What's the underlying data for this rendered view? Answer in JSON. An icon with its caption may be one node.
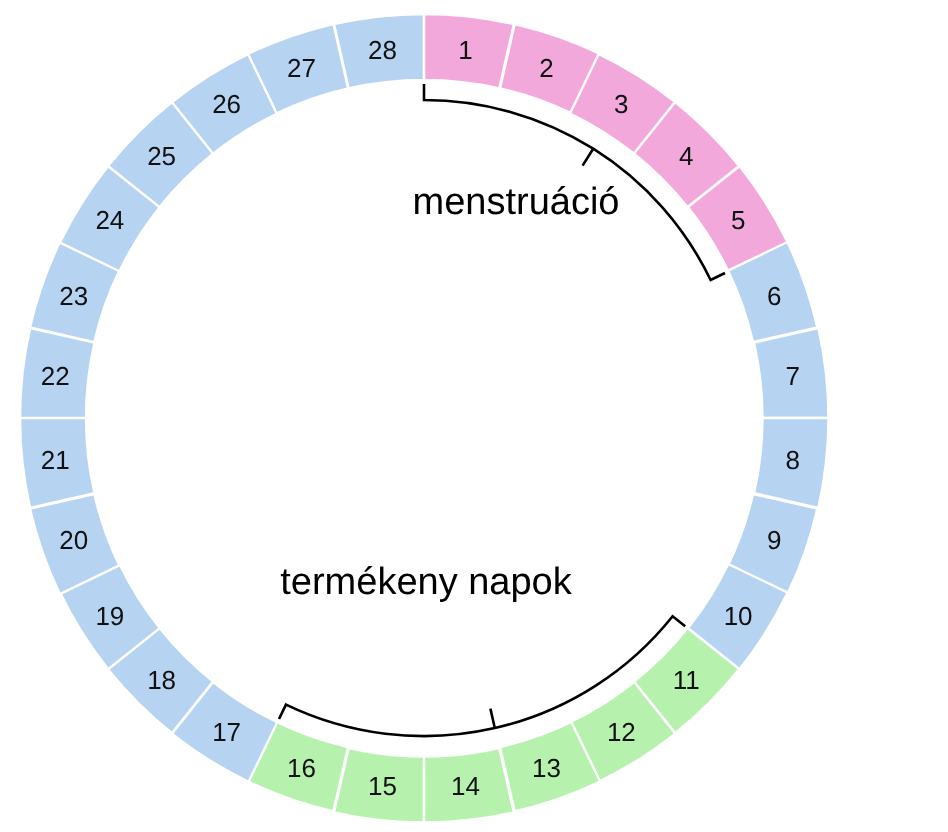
{
  "diagram": {
    "nodes": [
      {
        "text": [
          "1"
        ]
      },
      {
        "text": [
          "2"
        ]
      },
      {
        "text": [
          "3"
        ]
      },
      {
        "text": [
          "4"
        ]
      },
      {
        "text": [
          "5"
        ]
      },
      {
        "text": [
          "6"
        ]
      },
      {
        "text": [
          "7"
        ]
      },
      {
        "text": [
          "8"
        ]
      },
      {
        "text": [
          "9"
        ]
      },
      {
        "text": [
          "10"
        ]
      },
      {
        "text": [
          "11"
        ]
      },
      {
        "text": [
          "12"
        ]
      },
      {
        "text": [
          "13"
        ]
      },
      {
        "text": [
          "14"
        ]
      },
      {
        "text": [
          "15"
        ]
      },
      {
        "text": [
          "16"
        ]
      },
      {
        "text": [
          "17"
        ]
      },
      {
        "text": [
          "18"
        ]
      },
      {
        "text": [
          "19"
        ]
      },
      {
        "text": [
          "20"
        ]
      },
      {
        "text": [
          "21"
        ]
      },
      {
        "text": [
          "22"
        ]
      },
      {
        "text": [
          "23"
        ]
      },
      {
        "text": [
          "24"
        ]
      },
      {
        "text": [
          "25"
        ]
      },
      {
        "text": [
          "26"
        ]
      },
      {
        "text": [
          "27"
        ]
      },
      {
        "text": [
          "28"
        ]
      }
    ],
    "labels": [
      "menstruáció",
      "termékeny napok"
    ]
  }
}
